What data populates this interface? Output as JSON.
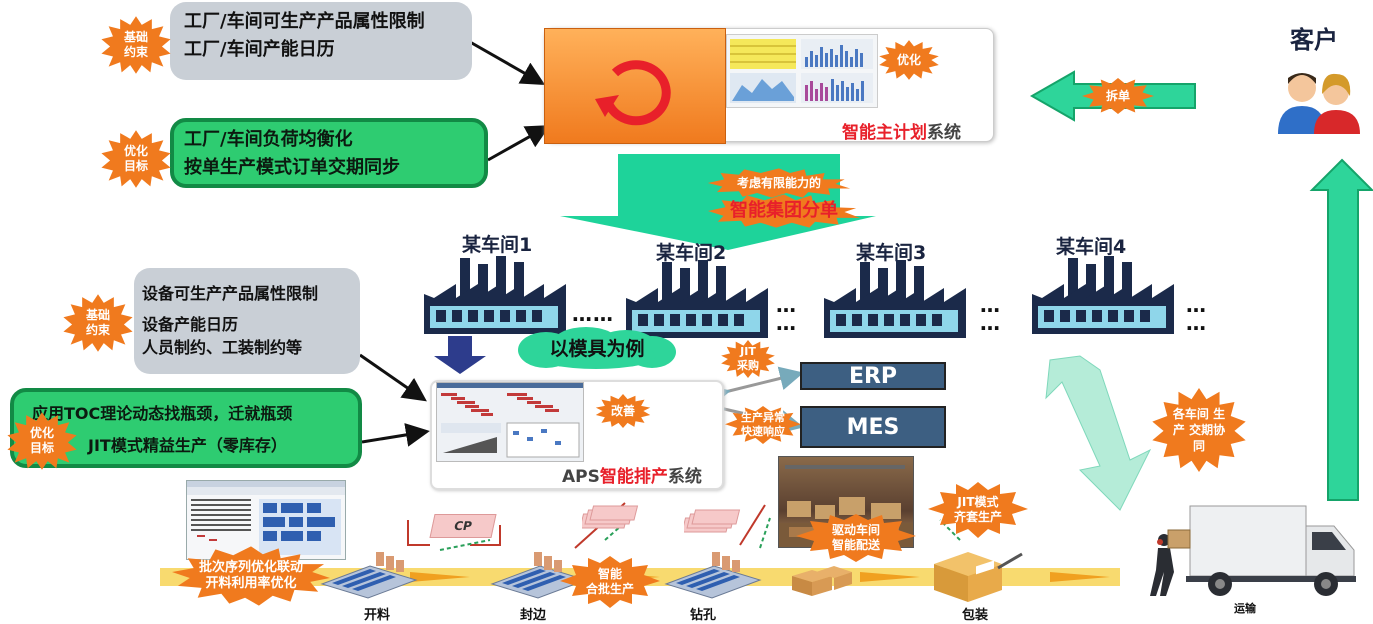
{
  "customer": {
    "label": "客户"
  },
  "split_order": {
    "label": "拆单"
  },
  "master_plan": {
    "title_red": "智能主计划",
    "title_gray": "系统",
    "optimize_badge": "优化"
  },
  "top_gray_box": {
    "line1": "工厂/车间可生产产品属性限制",
    "line2": "工厂/车间产能日历",
    "badge": "基础\n约束"
  },
  "top_green_box": {
    "line1": "工厂/车间负荷均衡化",
    "line2": "按单生产模式订单交期同步",
    "badge": "优化\n目标"
  },
  "group_split": {
    "subtitle": "考虑有限能力的",
    "title": "智能集团分单"
  },
  "workshops": [
    {
      "name": "某车间1",
      "dots": "……"
    },
    {
      "name": "某车间2",
      "dots": "…\n…"
    },
    {
      "name": "某车间3",
      "dots": "…\n…"
    },
    {
      "name": "某车间4",
      "dots": "…\n…"
    }
  ],
  "example_label": "以模具为例",
  "mid_gray_box": {
    "line1": "设备可生产产品属性限制",
    "line2": "设备产能日历",
    "line3": "人员制约、工装制约等",
    "badge": "基础\n约束"
  },
  "mid_green_box": {
    "line1": "应用TOC理论动态找瓶颈，迁就瓶颈",
    "line2": "JIT模式精益生产（零库存）",
    "badge": "优化\n目标"
  },
  "aps": {
    "prefix": "APS",
    "red": "智能排产",
    "suffix": "系统",
    "improve_badge": "改善"
  },
  "jit_purchase": "JIT\n采购",
  "fast_response": "生产异常\n快速响应",
  "erp": "ERP",
  "mes": "MES",
  "delivery_sync": "各车间 生\n产 交期协\n同",
  "batch_opt": "批次序列优化联动\n开料利用率优化",
  "smart_batch": "智能\n合批生产",
  "drive_dist": "驱动车间\n智能配送",
  "jit_kit": "JIT模式\n齐套生产",
  "cp_label": "CP",
  "steps": [
    "开料",
    "封边",
    "钻孔",
    "包装"
  ],
  "transport": "运输",
  "colors": {
    "orange": "#f07a1e",
    "green": "#1ed39a",
    "red": "#e8202a",
    "navy": "#1f2e5a",
    "sysblue": "#3d5f82"
  }
}
